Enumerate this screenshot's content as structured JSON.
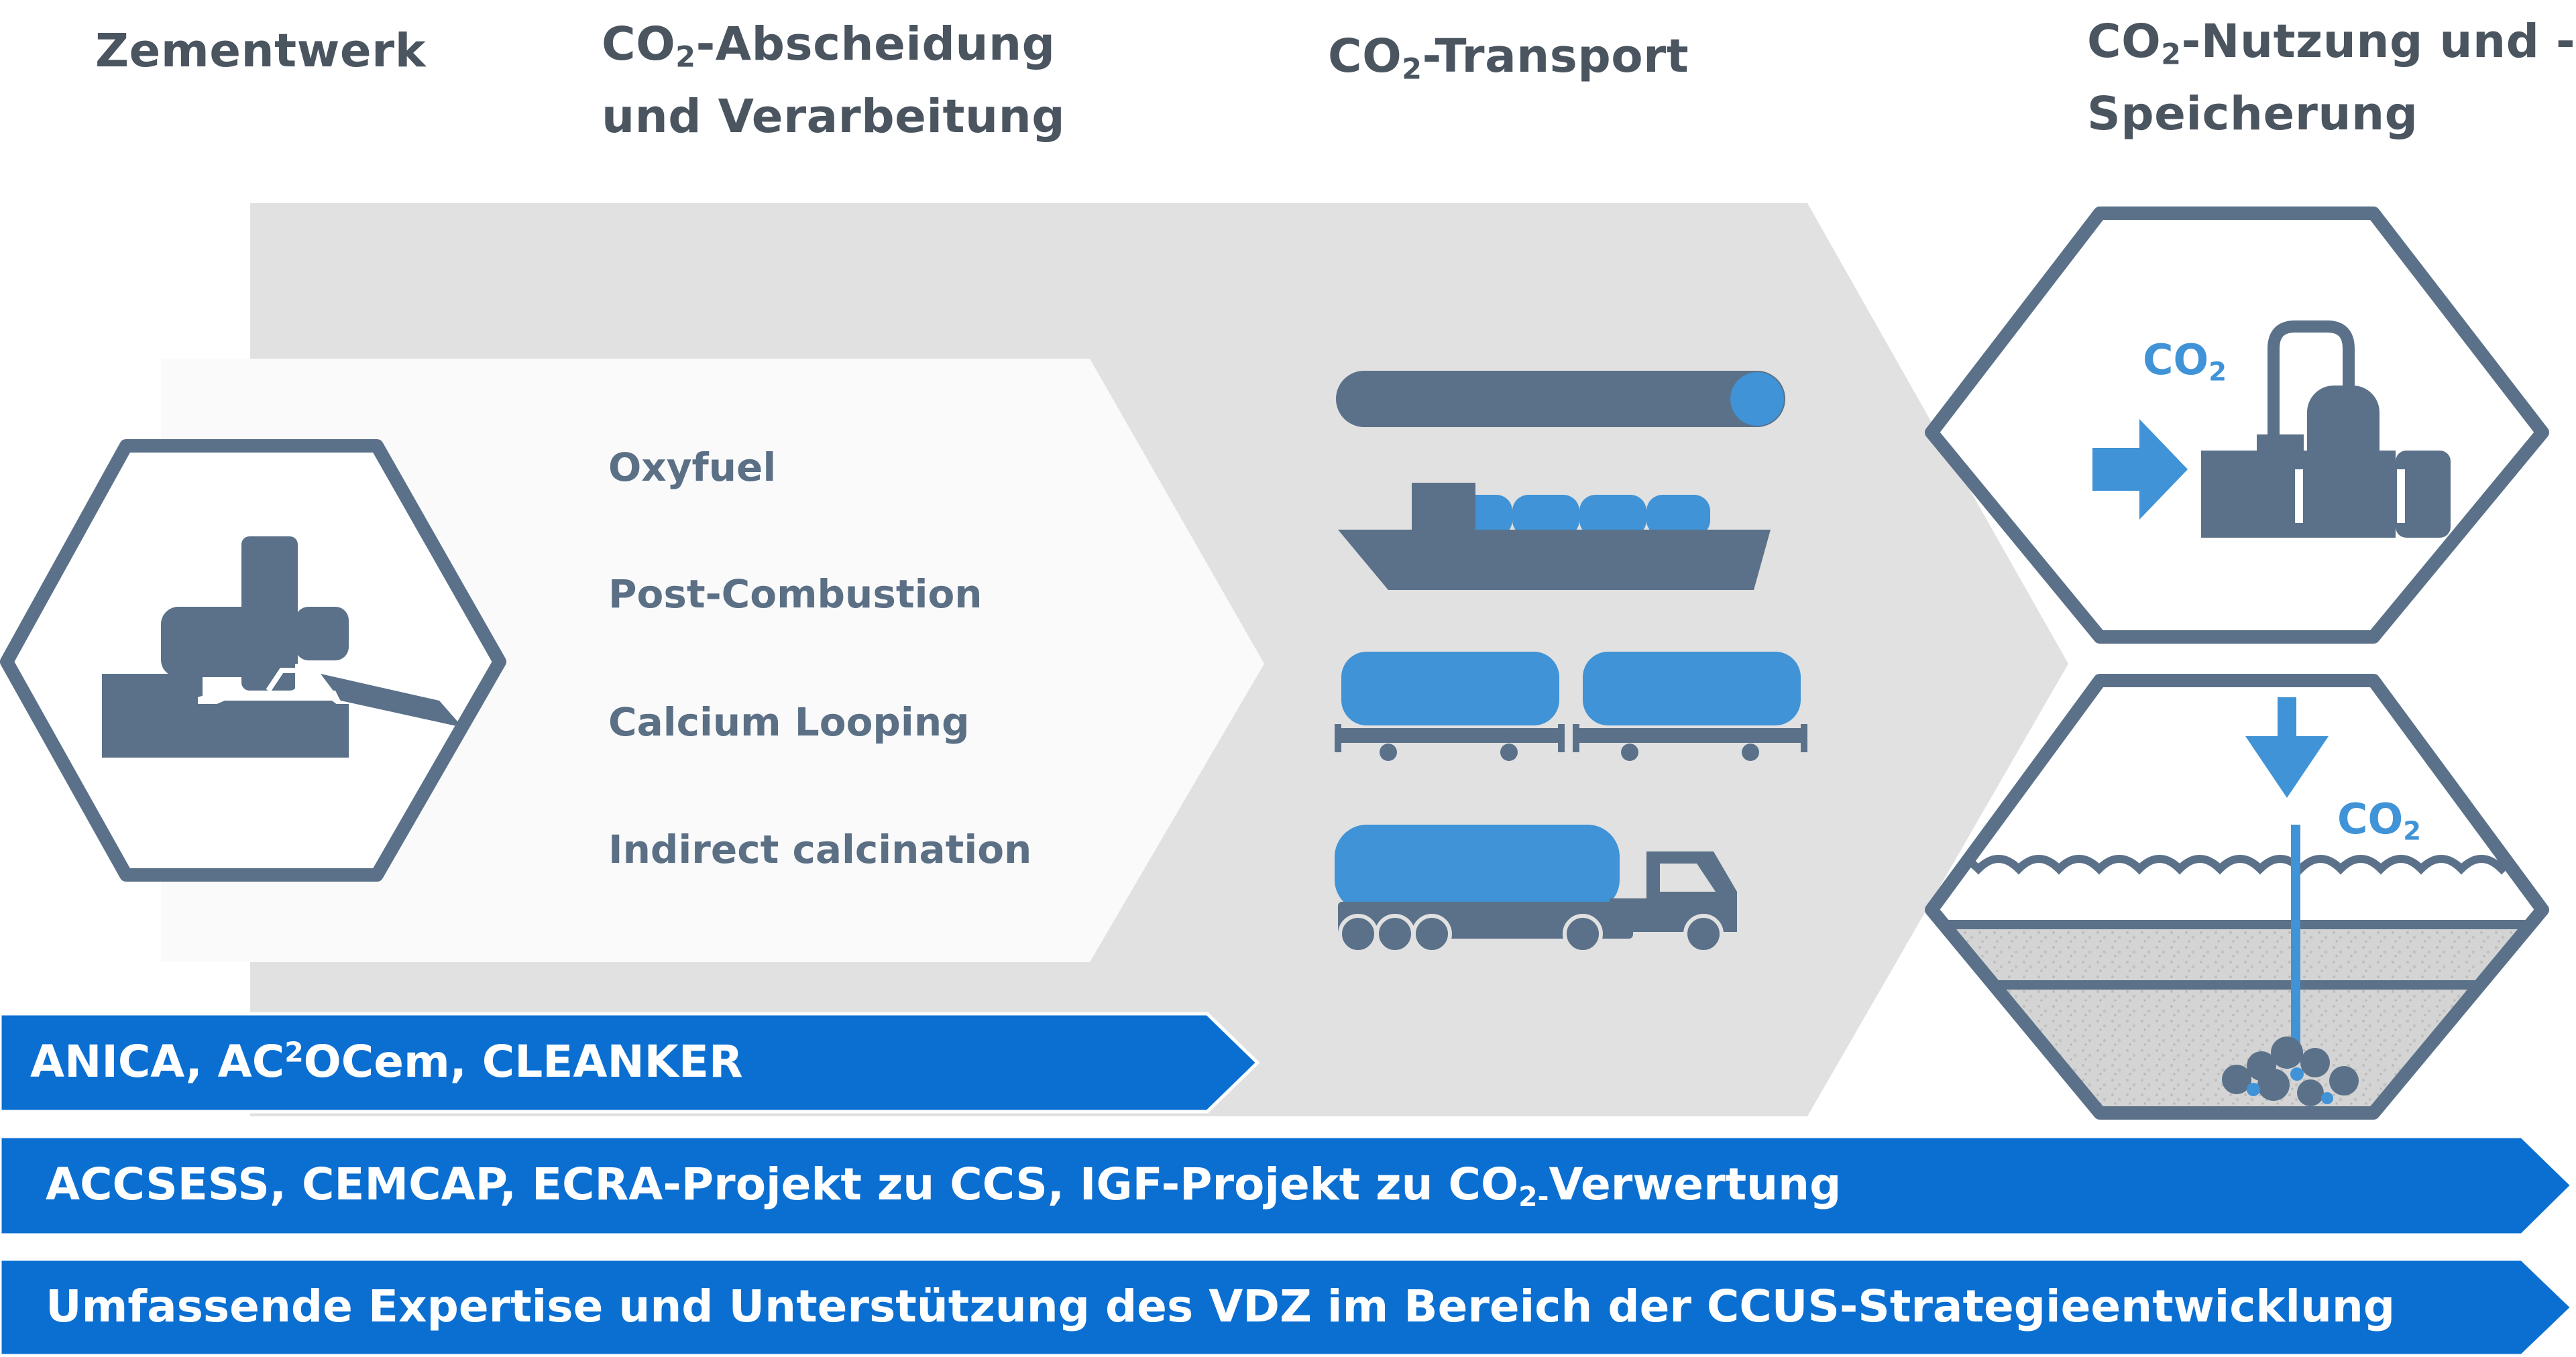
{
  "headers": {
    "plant": "Zementwerk",
    "capture": {
      "prefix": "CO",
      "sub": "2",
      "line1_rest": "-Abscheidung",
      "line2": "und Verarbeitung"
    },
    "transport": {
      "prefix": "CO",
      "sub": "2",
      "rest": "-Transport"
    },
    "usage": {
      "prefix": "CO",
      "sub": "2",
      "line1_rest": "-Nutzung und -",
      "line2": "Speicherung"
    }
  },
  "capture_methods": [
    "Oxyfuel",
    "Post-Combustion",
    "Calcium Looping",
    "Indirect calcination"
  ],
  "transport_modes": [
    "pipeline-icon",
    "ship-icon",
    "rail-tank-wagon-icon",
    "tank-truck-icon"
  ],
  "usage_labels": {
    "utilization": {
      "prefix": "CO",
      "sub": "2"
    },
    "storage": {
      "prefix": "CO",
      "sub": "2"
    }
  },
  "banners": {
    "projects_capture": {
      "part1": "ANICA, AC",
      "sup": "2",
      "part2": "OCem, CLEANKER"
    },
    "projects_all": {
      "part1": "ACCSESS, CEMCAP, ECRA-Projekt zu CCS, IGF-Projekt zu CO",
      "sub": "2-",
      "part2": "Verwertung"
    },
    "expertise": "Umfassende Expertise und Unterstützung des VDZ im Bereich der CCUS-Strategieentwicklung"
  },
  "colors": {
    "icon_slate": "#5b7189",
    "accent_blue": "#3f93d6",
    "banner_blue": "#0b6fd1",
    "chevron_gray": "#e1e1e1",
    "inner_chevron": "#fafafa",
    "heading_gray": "#4a5560"
  }
}
